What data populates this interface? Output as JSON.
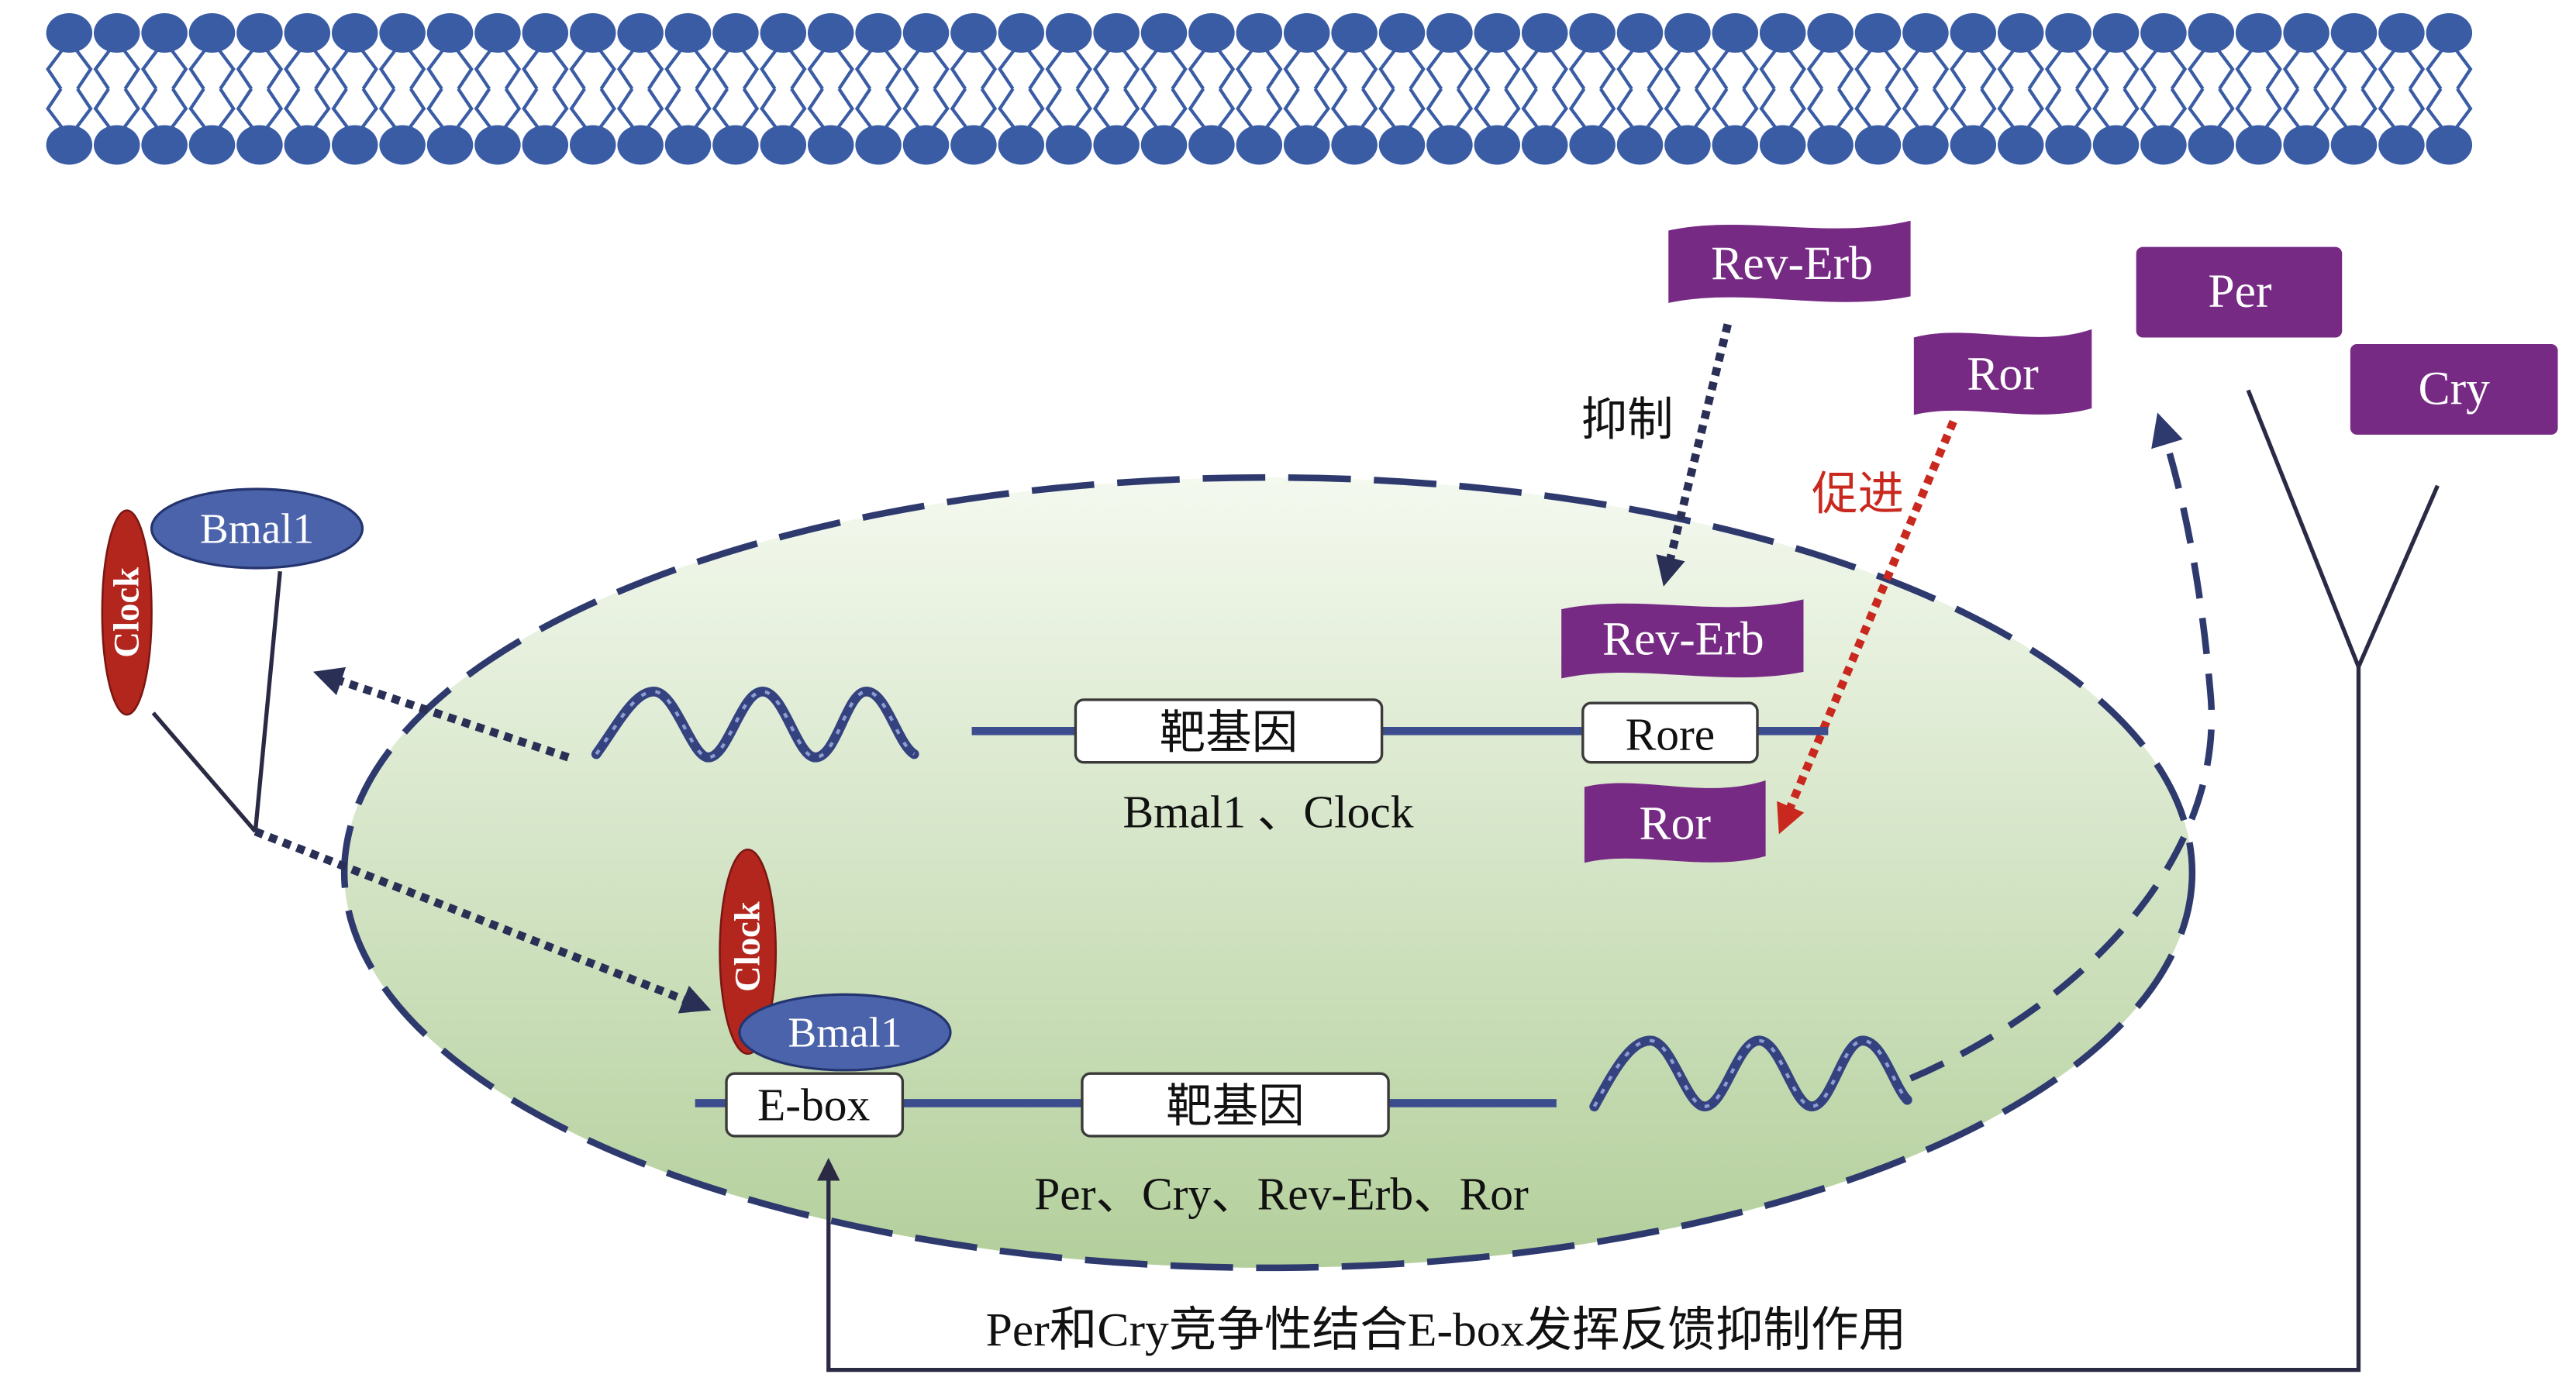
{
  "colors": {
    "membrane": "#3a5ca4",
    "purple": "#762a84",
    "clock_red": "#b3261e",
    "bmal1_blue": "#4a63aa",
    "navy": "#2e3a6e",
    "promote_red": "#c8281e",
    "nucleus_top": "#f4f9ef",
    "nucleus_bottom": "#b3cf9b"
  },
  "cytoplasm": {
    "rev_erb": "Rev-Erb",
    "ror": "Ror",
    "per": "Per",
    "cry": "Cry",
    "inhibit_label": "抑制",
    "promote_label": "促进"
  },
  "left_complex": {
    "clock": "Clock",
    "bmal1": "Bmal1"
  },
  "nucleus": {
    "rev_erb": "Rev-Erb",
    "ror": "Ror",
    "upper_gene": {
      "target_gene": "靶基因",
      "element": "Rore",
      "caption": "Bmal1 、Clock"
    },
    "bound_complex": {
      "clock": "Clock",
      "bmal1": "Bmal1"
    },
    "lower_gene": {
      "element": "E-box",
      "target_gene": "靶基因",
      "caption": "Per、Cry、Rev-Erb、Ror"
    }
  },
  "feedback_caption": "Per和Cry竞争性结合E-box发挥反馈抑制作用"
}
